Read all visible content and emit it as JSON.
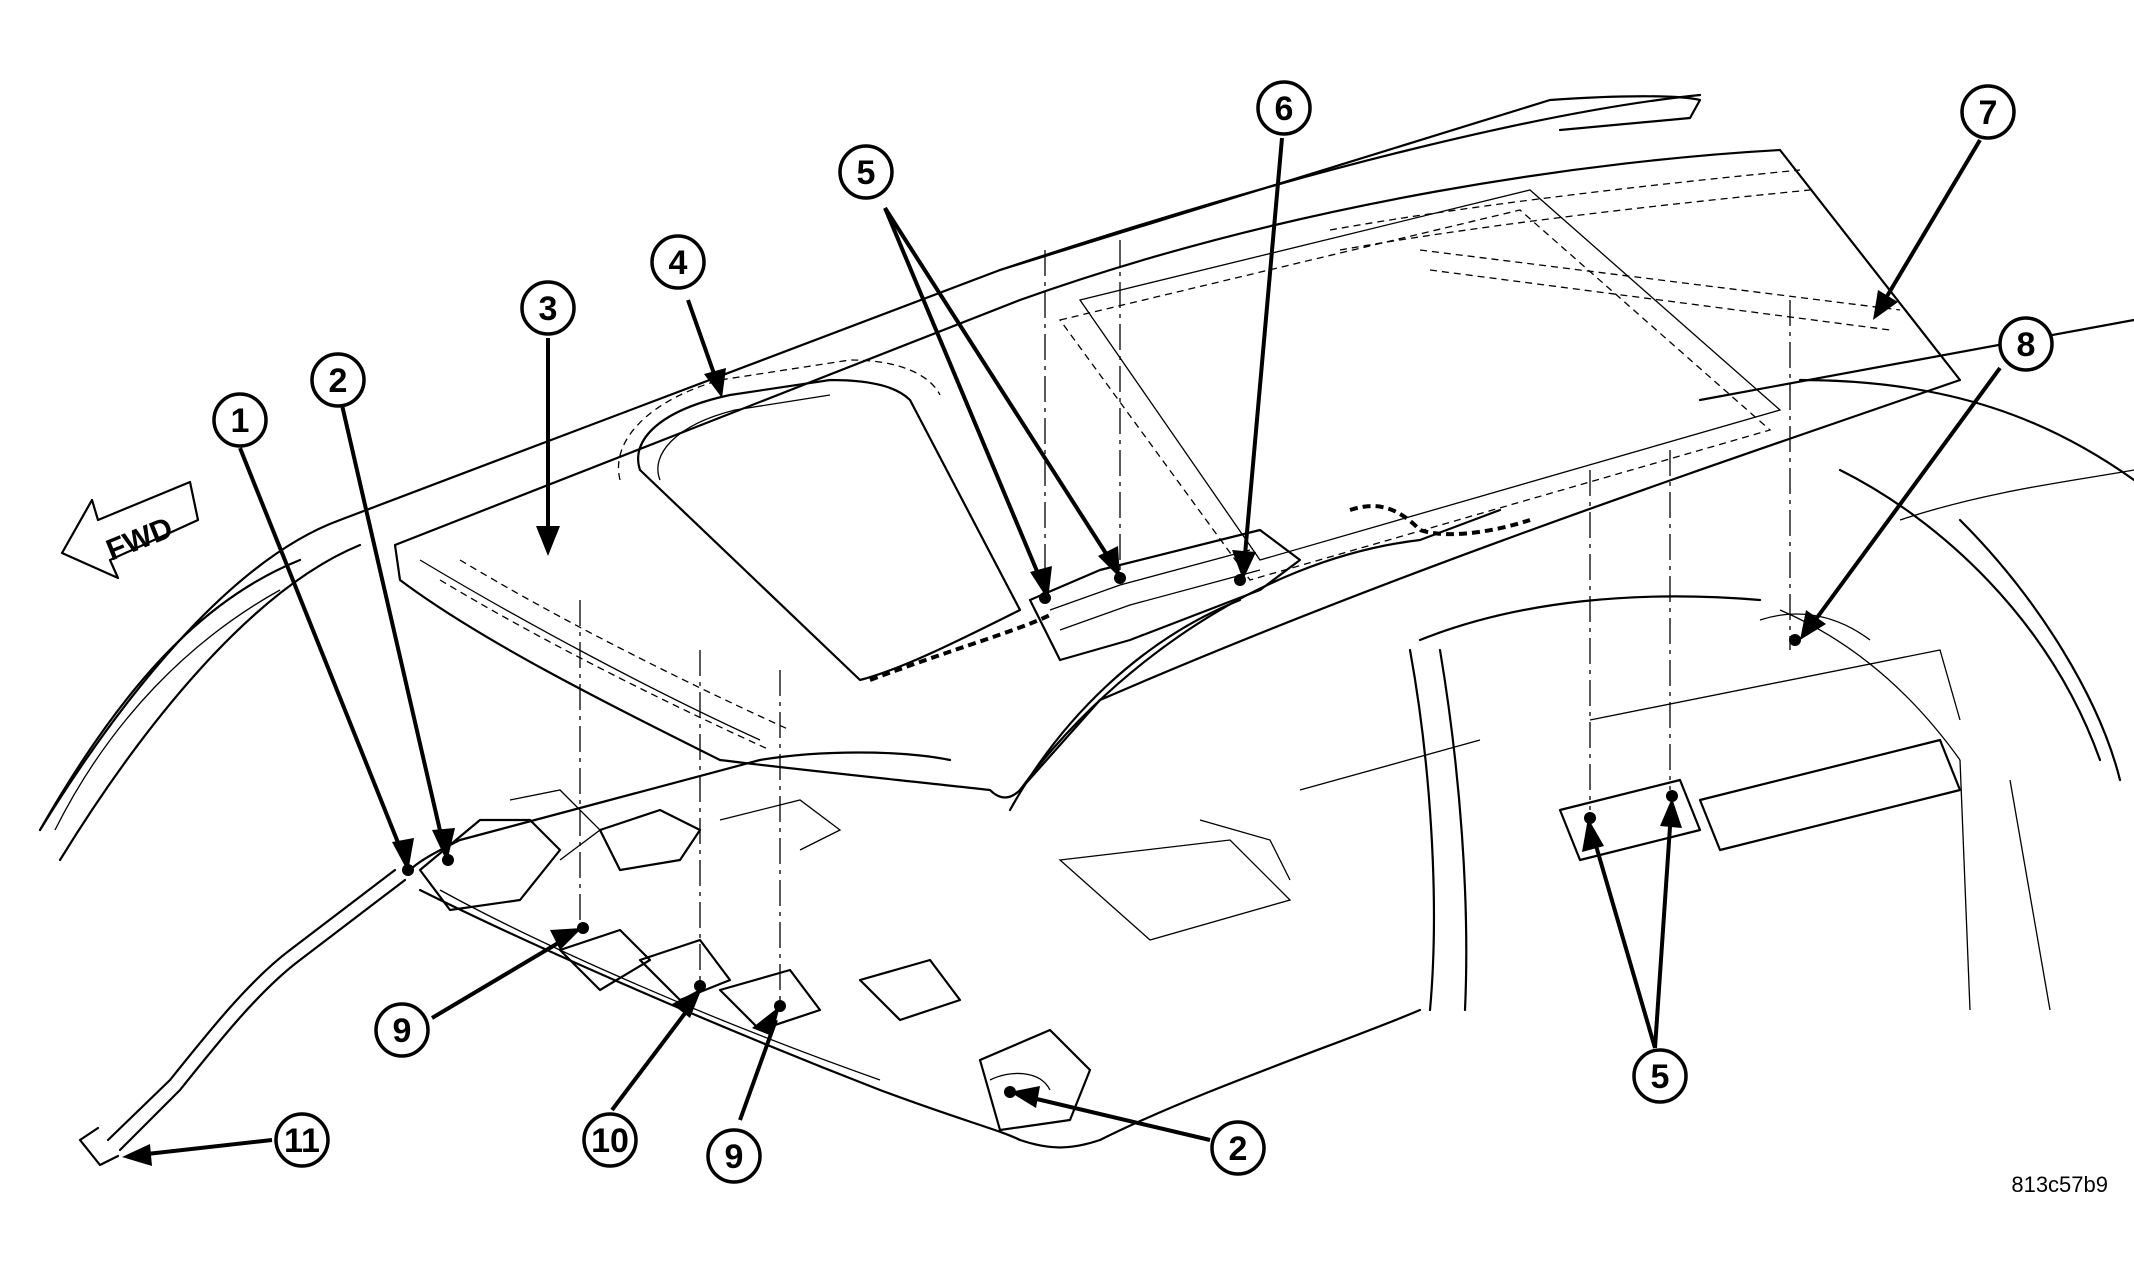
{
  "direction_label": "FWD",
  "figure_id": "813c57b9",
  "callouts": [
    {
      "id": "c1",
      "label": "1"
    },
    {
      "id": "c2a",
      "label": "2"
    },
    {
      "id": "c2b",
      "label": "2"
    },
    {
      "id": "c3",
      "label": "3"
    },
    {
      "id": "c4",
      "label": "4"
    },
    {
      "id": "c5a",
      "label": "5"
    },
    {
      "id": "c5b",
      "label": "5"
    },
    {
      "id": "c6",
      "label": "6"
    },
    {
      "id": "c7",
      "label": "7"
    },
    {
      "id": "c8",
      "label": "8"
    },
    {
      "id": "c9a",
      "label": "9"
    },
    {
      "id": "c9b",
      "label": "9"
    },
    {
      "id": "c10",
      "label": "10"
    },
    {
      "id": "c11",
      "label": "11"
    }
  ]
}
